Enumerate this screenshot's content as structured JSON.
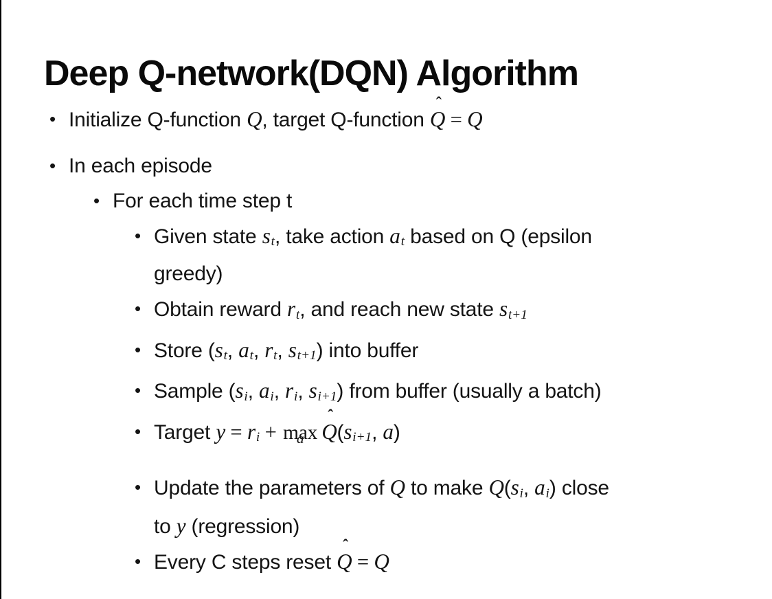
{
  "slide": {
    "title": "Deep Q-network(DQN) Algorithm",
    "bullet_char": "•",
    "text_color": "#141414",
    "background_color": "#ffffff",
    "border_color": "#000000",
    "bullets": [
      {
        "level": 1,
        "first_gap": true,
        "segments": [
          {
            "s": "Initialize Q-function "
          },
          {
            "v": "Q"
          },
          {
            "s": ", target Q-function "
          },
          {
            "hat": "Q"
          },
          {
            "m": " = "
          },
          {
            "v": "Q"
          }
        ]
      },
      {
        "level": 1,
        "segments": [
          {
            "s": "In each episode"
          }
        ]
      },
      {
        "level": 2,
        "segments": [
          {
            "s": "For each time step t"
          }
        ]
      },
      {
        "level": 3,
        "segments": [
          {
            "s": "Given state "
          },
          {
            "v": "s",
            "sub": "t"
          },
          {
            "s": ", take action "
          },
          {
            "v": "a",
            "sub": "t"
          },
          {
            "s": " based on Q (epsilon"
          },
          {
            "br": true
          },
          {
            "s": "greedy)"
          }
        ]
      },
      {
        "level": 3,
        "segments": [
          {
            "s": "Obtain reward "
          },
          {
            "v": "r",
            "sub": "t"
          },
          {
            "s": ", and reach new state "
          },
          {
            "v": "s",
            "sub": "t+1"
          }
        ]
      },
      {
        "level": 3,
        "segments": [
          {
            "s": "Store ("
          },
          {
            "v": "s",
            "sub": "t"
          },
          {
            "s": ", "
          },
          {
            "v": "a",
            "sub": "t"
          },
          {
            "s": ", "
          },
          {
            "v": "r",
            "sub": "t"
          },
          {
            "s": ", "
          },
          {
            "v": "s",
            "sub": "t+1"
          },
          {
            "s": ") into buffer"
          }
        ]
      },
      {
        "level": 3,
        "segments": [
          {
            "s": "Sample ("
          },
          {
            "v": "s",
            "sub": "i"
          },
          {
            "s": ", "
          },
          {
            "v": "a",
            "sub": "i"
          },
          {
            "s": ", "
          },
          {
            "v": "r",
            "sub": "i"
          },
          {
            "s": ", "
          },
          {
            "v": "s",
            "sub": "i+1"
          },
          {
            "s": ") from buffer (usually a batch)"
          }
        ]
      },
      {
        "level": 3,
        "segments": [
          {
            "s": "Target "
          },
          {
            "v": "y"
          },
          {
            "m": " = "
          },
          {
            "v": "r",
            "sub": "i"
          },
          {
            "m": " + "
          },
          {
            "op": "max",
            "under": "a"
          },
          {
            "hat": "Q"
          },
          {
            "s": "("
          },
          {
            "v": "s",
            "sub": "i+1"
          },
          {
            "s": ", "
          },
          {
            "v": "a"
          },
          {
            "s": ")"
          }
        ]
      },
      {
        "level": 3,
        "segments": [
          {
            "s": "Update the parameters of "
          },
          {
            "v": "Q"
          },
          {
            "s": " to make "
          },
          {
            "v": "Q"
          },
          {
            "s": "("
          },
          {
            "v": "s",
            "sub": "i"
          },
          {
            "s": ", "
          },
          {
            "v": "a",
            "sub": "i"
          },
          {
            "s": ") close"
          },
          {
            "br": true
          },
          {
            "s": "to "
          },
          {
            "v": "y"
          },
          {
            "s": " (regression)"
          }
        ]
      },
      {
        "level": 3,
        "segments": [
          {
            "s": "Every C steps reset "
          },
          {
            "hat": "Q"
          },
          {
            "m": " = "
          },
          {
            "v": "Q"
          }
        ]
      }
    ]
  }
}
